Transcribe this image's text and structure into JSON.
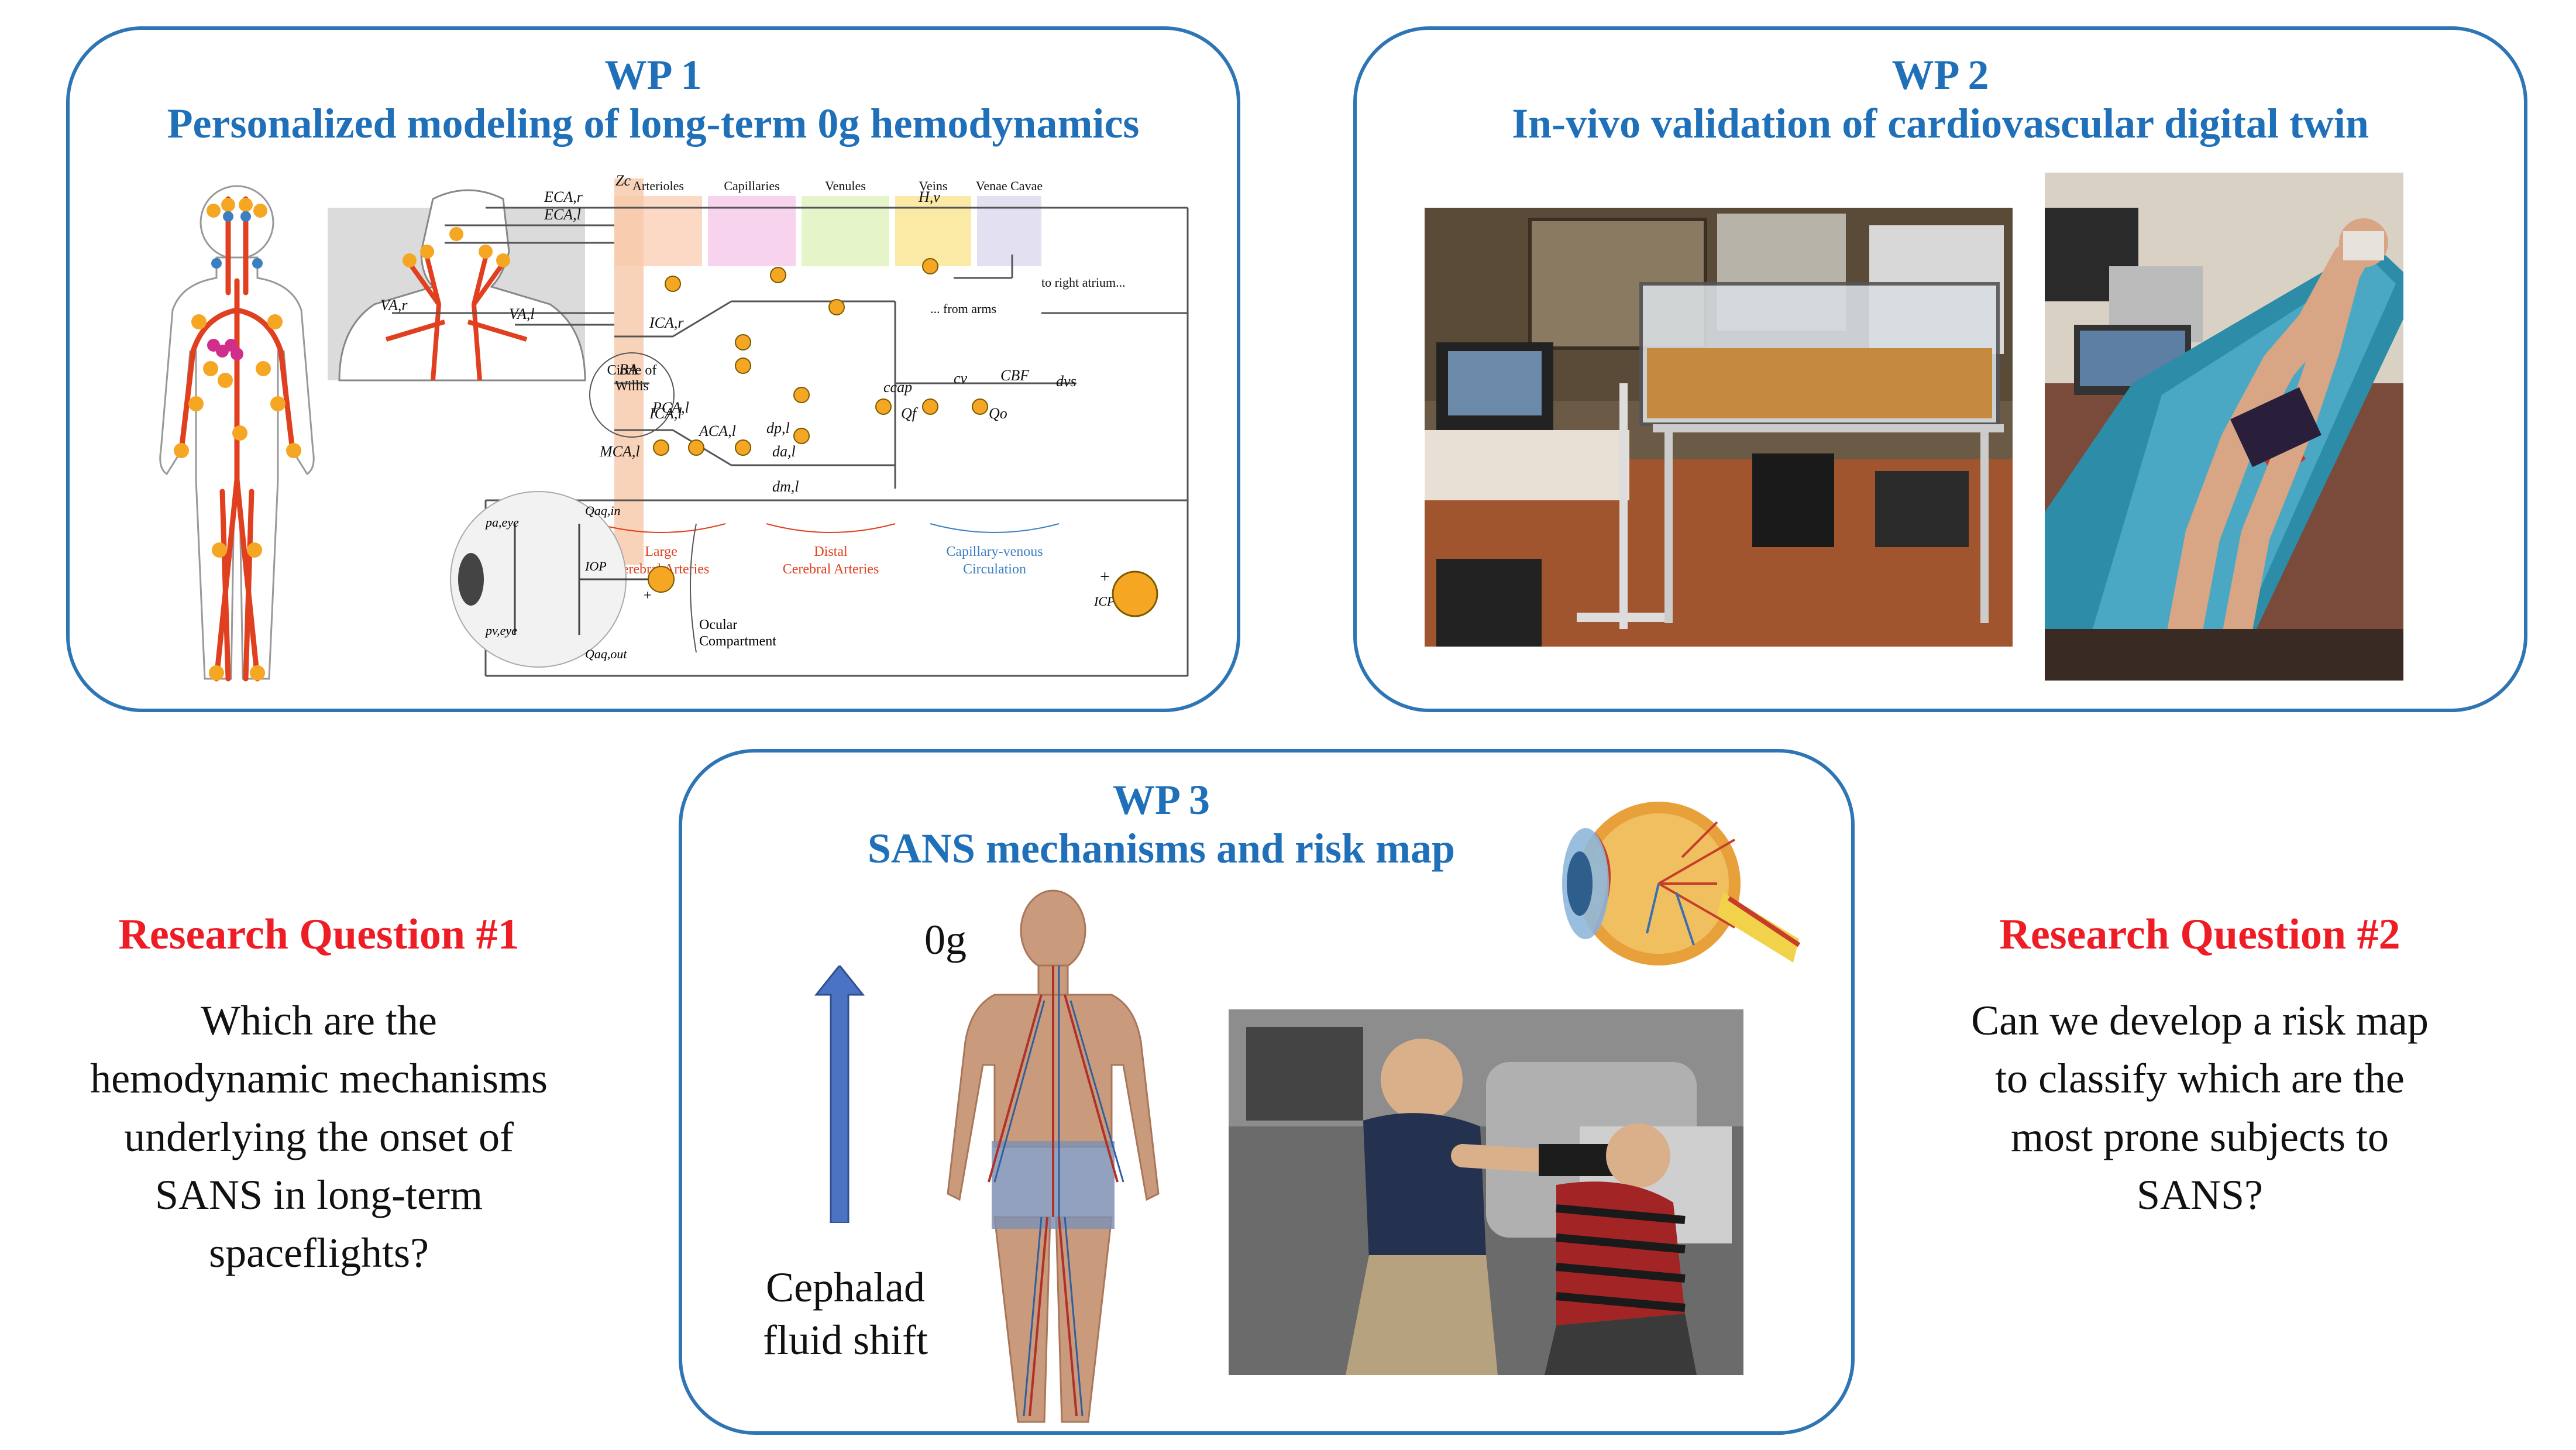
{
  "wp1": {
    "label": "WP 1",
    "title": "Personalized modeling of long-term 0g hemodynamics",
    "circuit": {
      "zc": "Zc",
      "compartments": [
        "Arterioles",
        "Capillaries",
        "Venules",
        "Veins",
        "Venae Cavae"
      ],
      "eca_r": "ECA,r",
      "eca_l": "ECA,l",
      "va_r": "VA,r",
      "va_l": "VA,l",
      "ica_r": "ICA,r",
      "ica_l": "ICA,l",
      "ba": "BA",
      "pca_l": "PCA,l",
      "mca_l": "MCA,l",
      "aca_l": "ACA,l",
      "dp_l": "dp,l",
      "da_l": "da,l",
      "dm_l": "dm,l",
      "circle_l1": "Circle of",
      "circle_l2": "Willis",
      "ccap": "ccap",
      "cv": "cv",
      "cbf": "CBF",
      "dvs": "dvs",
      "qf": "Qf",
      "qo": "Qo",
      "hv": "H,v",
      "from_arms": "... from arms",
      "to_right_atrium": "to right atrium...",
      "group_large_l1": "Large",
      "group_large_l2": "Cerebral Arteries",
      "group_distal_l1": "Distal",
      "group_distal_l2": "Cerebral Arteries",
      "group_cap_l1": "Capillary-venous",
      "group_cap_l2": "Circulation",
      "p_a_eye": "pa,eye",
      "p_v_eye": "pv,eye",
      "q_aq_in": "Qaq,in",
      "q_aq_out": "Qaq,out",
      "iop": "IOP",
      "ocular_l1": "Ocular",
      "ocular_l2": "Compartment",
      "icp": "ICP",
      "plus": "+"
    }
  },
  "wp2": {
    "label": "WP 2",
    "title": "In-vivo validation of cardiovascular digital twin"
  },
  "wp3": {
    "label": "WP 3",
    "title": "SANS mechanisms and risk map",
    "zero_g": "0g",
    "shift_l1": "Cephalad",
    "shift_l2": "fluid shift"
  },
  "rq1": {
    "title": "Research Question #1",
    "lines": [
      "Which are the",
      "hemodynamic mechanisms",
      "underlying the onset of",
      "SANS in long-term",
      "spaceflights?"
    ]
  },
  "rq2": {
    "title": "Research Question #2",
    "lines": [
      "Can we develop a risk map",
      "to classify which are the",
      "most prone subjects to",
      "SANS?"
    ]
  },
  "colors": {
    "accent_blue": "#1f70b8",
    "border_blue": "#2e75b6",
    "question_red": "#ee1c25",
    "artery_red": "#e0401f",
    "node_orange": "#f5a623"
  }
}
